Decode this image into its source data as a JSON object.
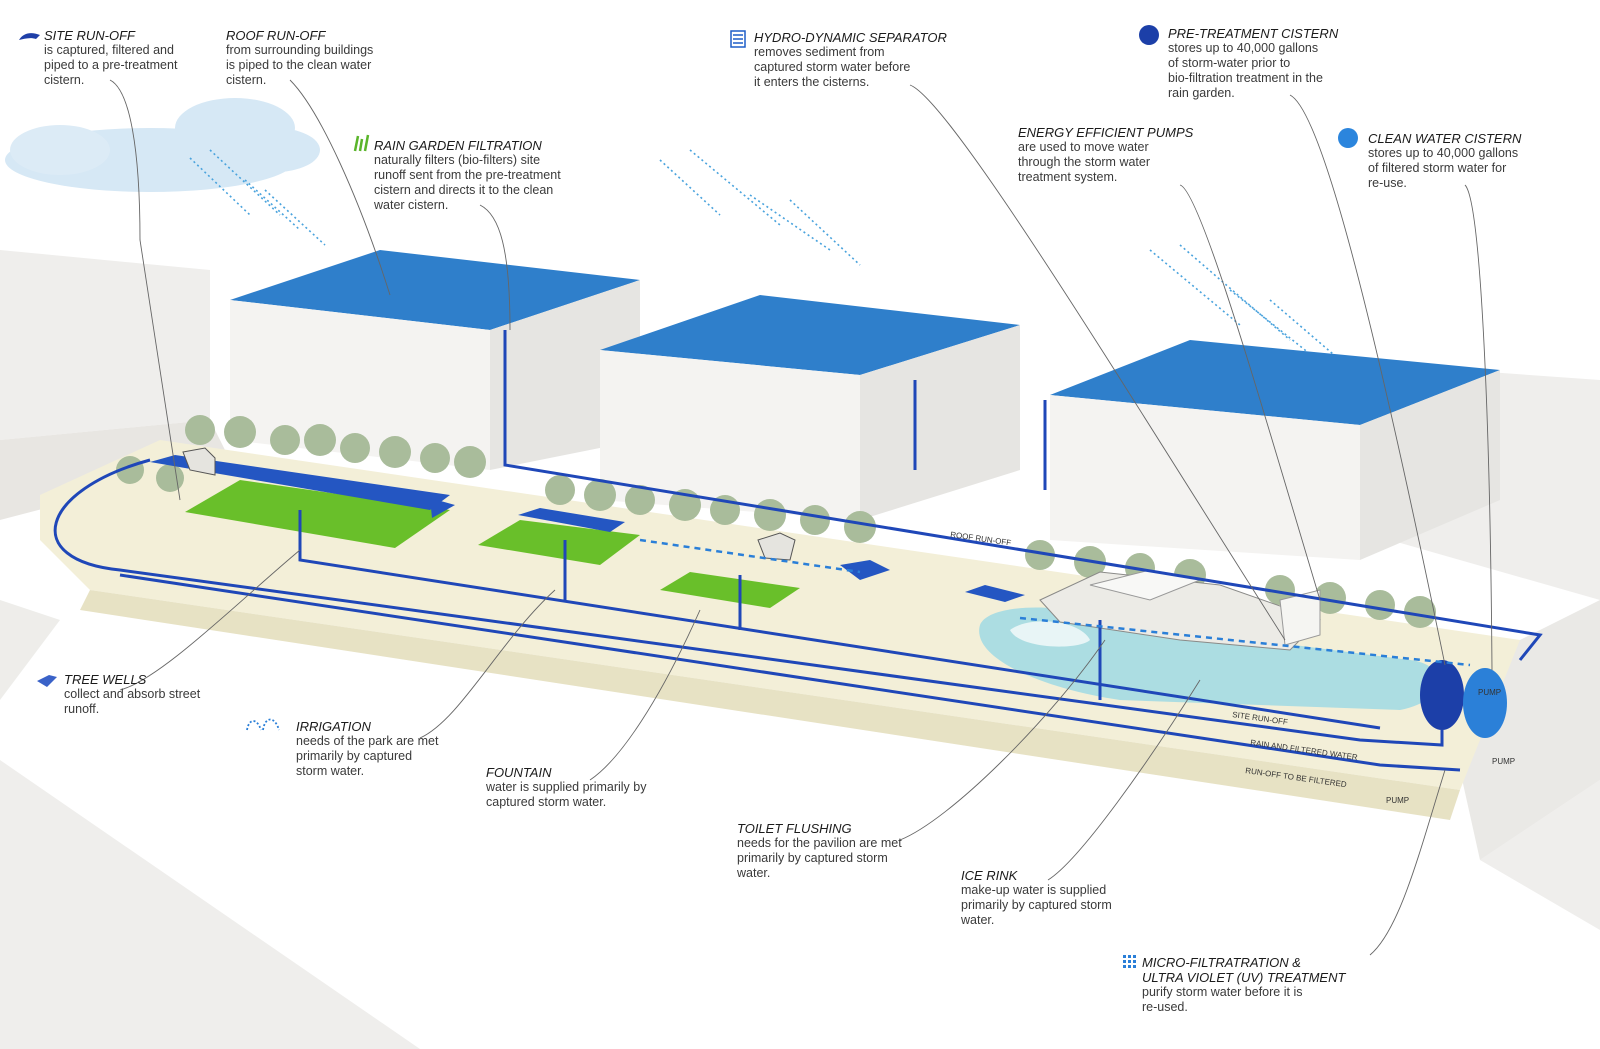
{
  "colors": {
    "navy": "#1a2f8f",
    "pipe_blue": "#1f47b8",
    "light_blue": "#2a7fd8",
    "grass": "#6cc02a",
    "rink": "#8fd3e0",
    "ground": "#efe9c9",
    "building": "#f2f1ef",
    "roof_top": "#2e7bc9",
    "tree": "#a7b99a",
    "cloud": "#cfe3f3"
  },
  "annotations": {
    "site_runoff": {
      "title": "SITE RUN-OFF",
      "body": "is captured, filtered and\npiped to a pre-treatment\ncistern."
    },
    "roof_runoff": {
      "title": "ROOF RUN-OFF",
      "body": "from surrounding buildings\nis piped to the clean water\ncistern."
    },
    "rain_garden": {
      "title": "RAIN GARDEN FILTRATION",
      "body": "naturally filters (bio-filters) site\nrunoff sent from the pre-treatment\ncistern and directs it to the clean\nwater cistern."
    },
    "hydro_separator": {
      "title": "HYDRO-DYNAMIC SEPARATOR",
      "body": "removes sediment from\ncaptured storm water before\nit enters the cisterns."
    },
    "pre_treatment_cistern": {
      "title": "PRE-TREATMENT CISTERN",
      "body": "stores up to 40,000 gallons\nof storm-water prior to\nbio-filtration treatment in the\nrain garden."
    },
    "energy_pumps": {
      "title": "ENERGY EFFICIENT PUMPS",
      "body": "are used to move water\nthrough the storm water\ntreatment system."
    },
    "clean_water_cistern": {
      "title": "CLEAN WATER CISTERN",
      "body": "stores up to 40,000 gallons\nof filtered storm water for\nre-use."
    },
    "tree_wells": {
      "title": "TREE WELLS",
      "body": "collect and absorb street\nrunoff."
    },
    "irrigation": {
      "title": "IRRIGATION",
      "body": "needs of the park are met\nprimarily by captured\nstorm water."
    },
    "fountain": {
      "title": "FOUNTAIN",
      "body": "water is supplied primarily by\ncaptured storm water."
    },
    "toilet_flushing": {
      "title": "TOILET FLUSHING",
      "body": "needs for the pavilion are met\nprimarily by captured storm\nwater."
    },
    "ice_rink": {
      "title": "ICE RINK",
      "body": "make-up water is supplied\nprimarily by captured storm\nwater."
    },
    "micro_filtration": {
      "title": "MICRO-FILTRATRATION &\nULTRA VIOLET (UV) TREATMENT",
      "body": "purify storm water before it is\nre-used."
    }
  },
  "pipe_labels": {
    "roof_runoff": "ROOF RUN-OFF",
    "site_runoff": "SITE RUN-OFF",
    "rain_filtered": "RAIN AND FILTERED WATER",
    "runoff_filtered": "RUN-OFF TO BE FILTERED",
    "pump_a": "PUMP",
    "pump_b": "PUMP",
    "pump_c": "PUMP"
  }
}
